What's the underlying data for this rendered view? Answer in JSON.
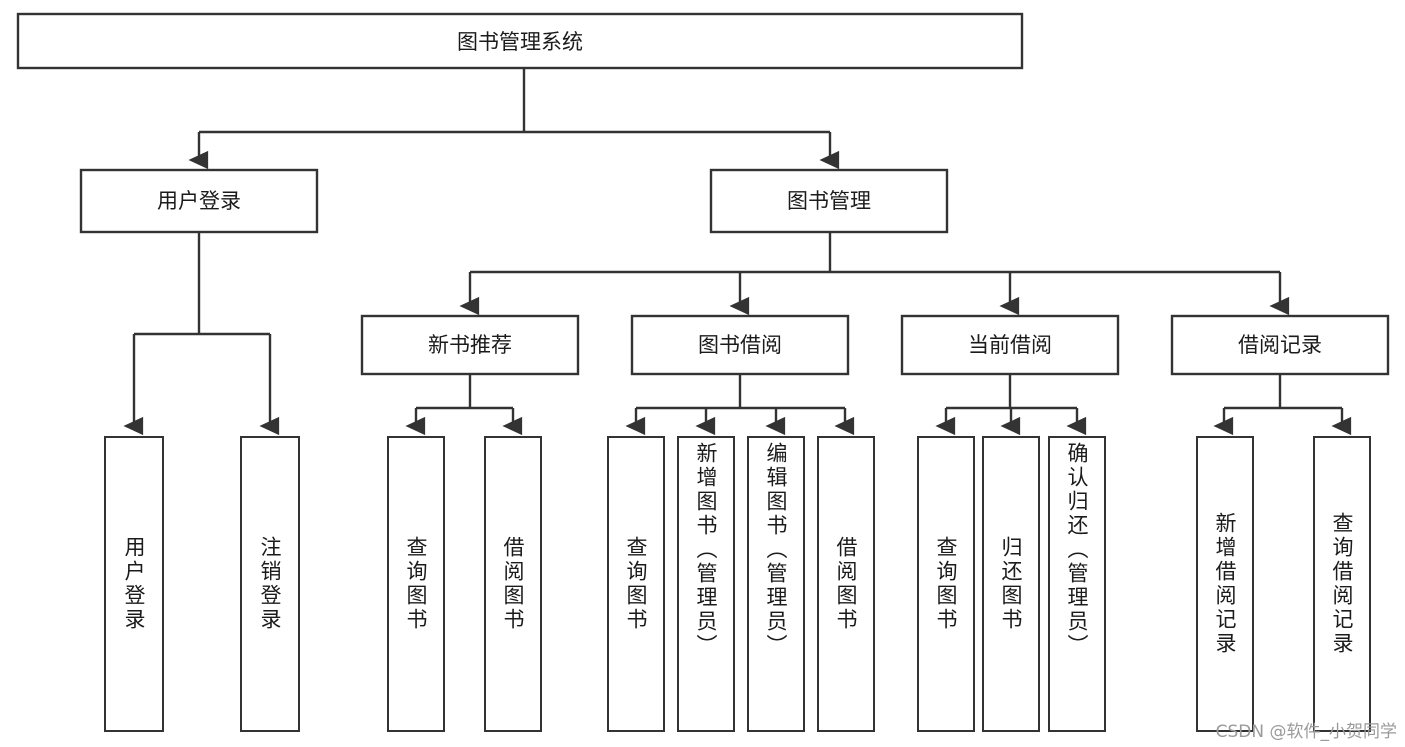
{
  "diagram": {
    "title": "图书管理系统",
    "watermark": "CSDN @软件_小贺同学",
    "colors": {
      "stroke": "#333333",
      "fill": "#ffffff",
      "text": "#1b1b1b",
      "watermark": "#9a9a9a"
    },
    "root": {
      "label": "图书管理系统"
    },
    "level2": [
      {
        "label": "用户登录"
      },
      {
        "label": "图书管理"
      }
    ],
    "level3": [
      {
        "label": "新书推荐"
      },
      {
        "label": "图书借阅"
      },
      {
        "label": "当前借阅"
      },
      {
        "label": "借阅记录"
      }
    ],
    "leaves": {
      "user_login": [
        {
          "label": "用户登录"
        },
        {
          "label": "注销登录"
        }
      ],
      "new_book_recommend": [
        {
          "label": "查询图书"
        },
        {
          "label": "借阅图书"
        }
      ],
      "book_borrow": [
        {
          "label": "查询图书"
        },
        {
          "label": "新增图书（管理员）"
        },
        {
          "label": "编辑图书（管理员）"
        },
        {
          "label": "借阅图书"
        }
      ],
      "current_borrow": [
        {
          "label": "查询图书"
        },
        {
          "label": "归还图书"
        },
        {
          "label": "确认归还（管理员）"
        }
      ],
      "borrow_record": [
        {
          "label": "新增借阅记录"
        },
        {
          "label": "查询借阅记录"
        }
      ]
    }
  }
}
